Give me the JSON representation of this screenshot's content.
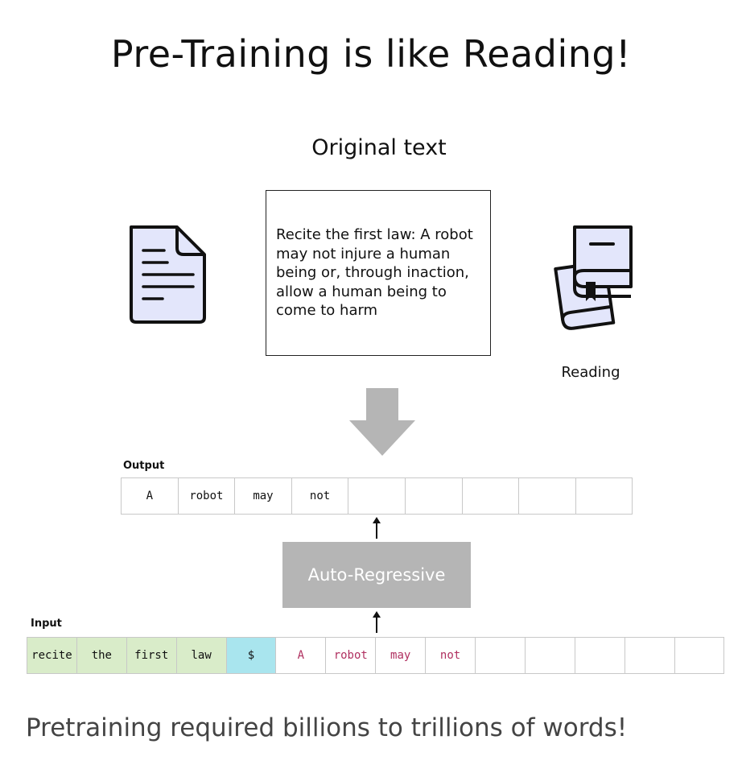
{
  "title": "Pre-Training is like Reading!",
  "original": {
    "heading": "Original text",
    "text": "Recite the first law: A robot may not injure a human being or, through inaction, allow a human being to come to harm"
  },
  "reading_label": "Reading",
  "output": {
    "label": "Output",
    "tokens": [
      "A",
      "robot",
      "may",
      "not",
      "",
      "",
      "",
      "",
      ""
    ]
  },
  "model": {
    "label": "Auto-Regressive"
  },
  "input": {
    "label": "Input",
    "tokens": [
      {
        "text": "recite",
        "kind": "prompt"
      },
      {
        "text": "the",
        "kind": "prompt"
      },
      {
        "text": "first",
        "kind": "prompt"
      },
      {
        "text": "law",
        "kind": "prompt"
      },
      {
        "text": "$",
        "kind": "sep"
      },
      {
        "text": "A",
        "kind": "gen"
      },
      {
        "text": "robot",
        "kind": "gen"
      },
      {
        "text": "may",
        "kind": "gen"
      },
      {
        "text": "not",
        "kind": "gen"
      },
      {
        "text": "",
        "kind": "empty"
      },
      {
        "text": "",
        "kind": "empty"
      },
      {
        "text": "",
        "kind": "empty"
      },
      {
        "text": "",
        "kind": "empty"
      },
      {
        "text": "",
        "kind": "empty"
      }
    ]
  },
  "footer": "Pretraining required billions to trillions of words!",
  "colors": {
    "icon_fill": "#e3e6fb",
    "prompt_cell": "#d9ecc9",
    "separator_cell": "#a9e5ee",
    "generated_text": "#b03060",
    "model_box": "#b5b5b5",
    "arrow": "#b5b5b5"
  },
  "icons": {
    "document": "document-icon",
    "books": "books-icon",
    "down_arrow": "down-arrow-icon",
    "up_arrow": "up-arrow-icon"
  }
}
